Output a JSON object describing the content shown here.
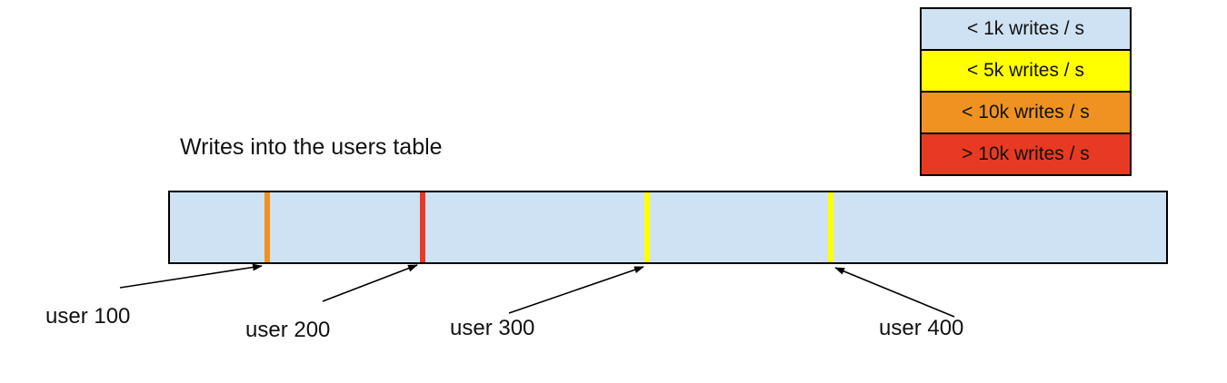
{
  "title": "Writes into the users table",
  "legend": {
    "items": [
      {
        "label": "< 1k writes / s",
        "color": "#cfe2f3"
      },
      {
        "label": "< 5k writes / s",
        "color": "#ffff00"
      },
      {
        "label": "< 10k writes / s",
        "color": "#ef9221"
      },
      {
        "label": "> 10k writes / s",
        "color": "#e83a23"
      }
    ]
  },
  "bar": {
    "fill": "#cfe2f3",
    "border_color": "#000000",
    "markers": [
      {
        "user": "user 100",
        "rate": "< 10k writes / s",
        "color": "#ef9221",
        "position_pct": 9.8
      },
      {
        "user": "user 200",
        "rate": "> 10k writes / s",
        "color": "#e83a23",
        "position_pct": 25.4
      },
      {
        "user": "user 300",
        "rate": "< 5k writes / s",
        "color": "#ffff00",
        "position_pct": 47.9
      },
      {
        "user": "user 400",
        "rate": "< 5k writes / s",
        "color": "#ffff00",
        "position_pct": 66.3
      }
    ]
  }
}
